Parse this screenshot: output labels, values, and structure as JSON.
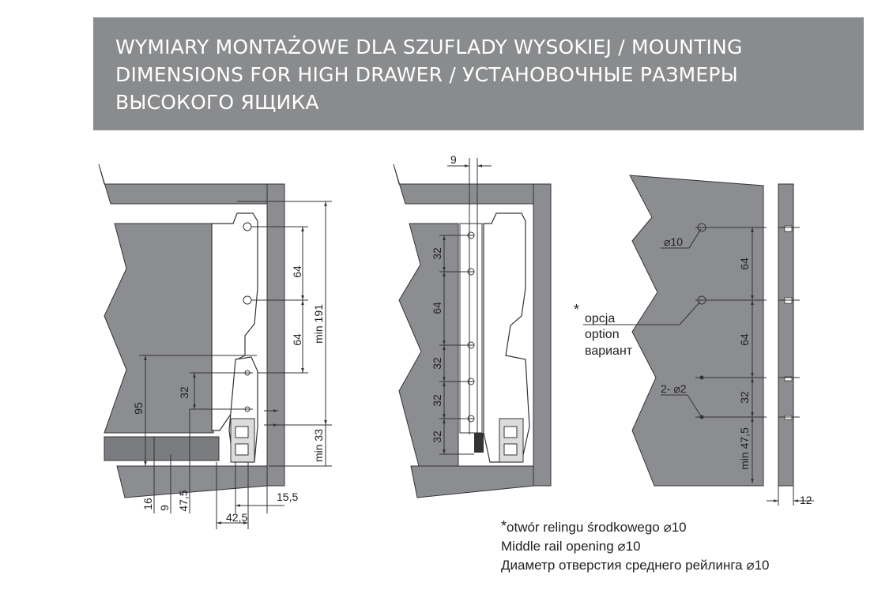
{
  "header": {
    "title_lines": [
      "WYMIARY MONTAŻOWE DLA SZUFLADY WYSOKIEJ / MOUNTING",
      "DIMENSIONS FOR HIGH DRAWER / УСТАНОВОЧНЫЕ РАЗМЕРЫ",
      "ВЫСОКОГО  ЯЩИКА"
    ]
  },
  "colors": {
    "banner": "#8a8b8d",
    "panel": "#8c8d90",
    "line": "#333333"
  },
  "view1": {
    "dims": {
      "d64a": "64",
      "d64b": "64",
      "min191": "min 191",
      "d32": "32",
      "d95": "95",
      "min33": "min 33",
      "d16": "16",
      "d9": "9",
      "d47_5": "47,5",
      "d15_5": "15,5",
      "d42_5": "42,5"
    }
  },
  "view2": {
    "dims": {
      "d9": "9",
      "d32a": "32",
      "d64": "64",
      "d32b": "32",
      "d32c": "32",
      "d32d": "32"
    }
  },
  "view3": {
    "hole_label": "⌀10",
    "option_star": "*",
    "option_lines": [
      "opcja",
      "option",
      "вариант"
    ],
    "two_holes_label": "2- ⌀2",
    "dims": {
      "d64a": "64",
      "d64b": "64",
      "d32": "32",
      "min47_5": "min 47,5",
      "d12": "12"
    }
  },
  "footnote": {
    "star": "*",
    "lines": [
      "otwór relingu środkowego  ⌀10",
      "Middle rail opening  ⌀10",
      "Диаметр отверстия среднего рейлинга ⌀10"
    ]
  }
}
